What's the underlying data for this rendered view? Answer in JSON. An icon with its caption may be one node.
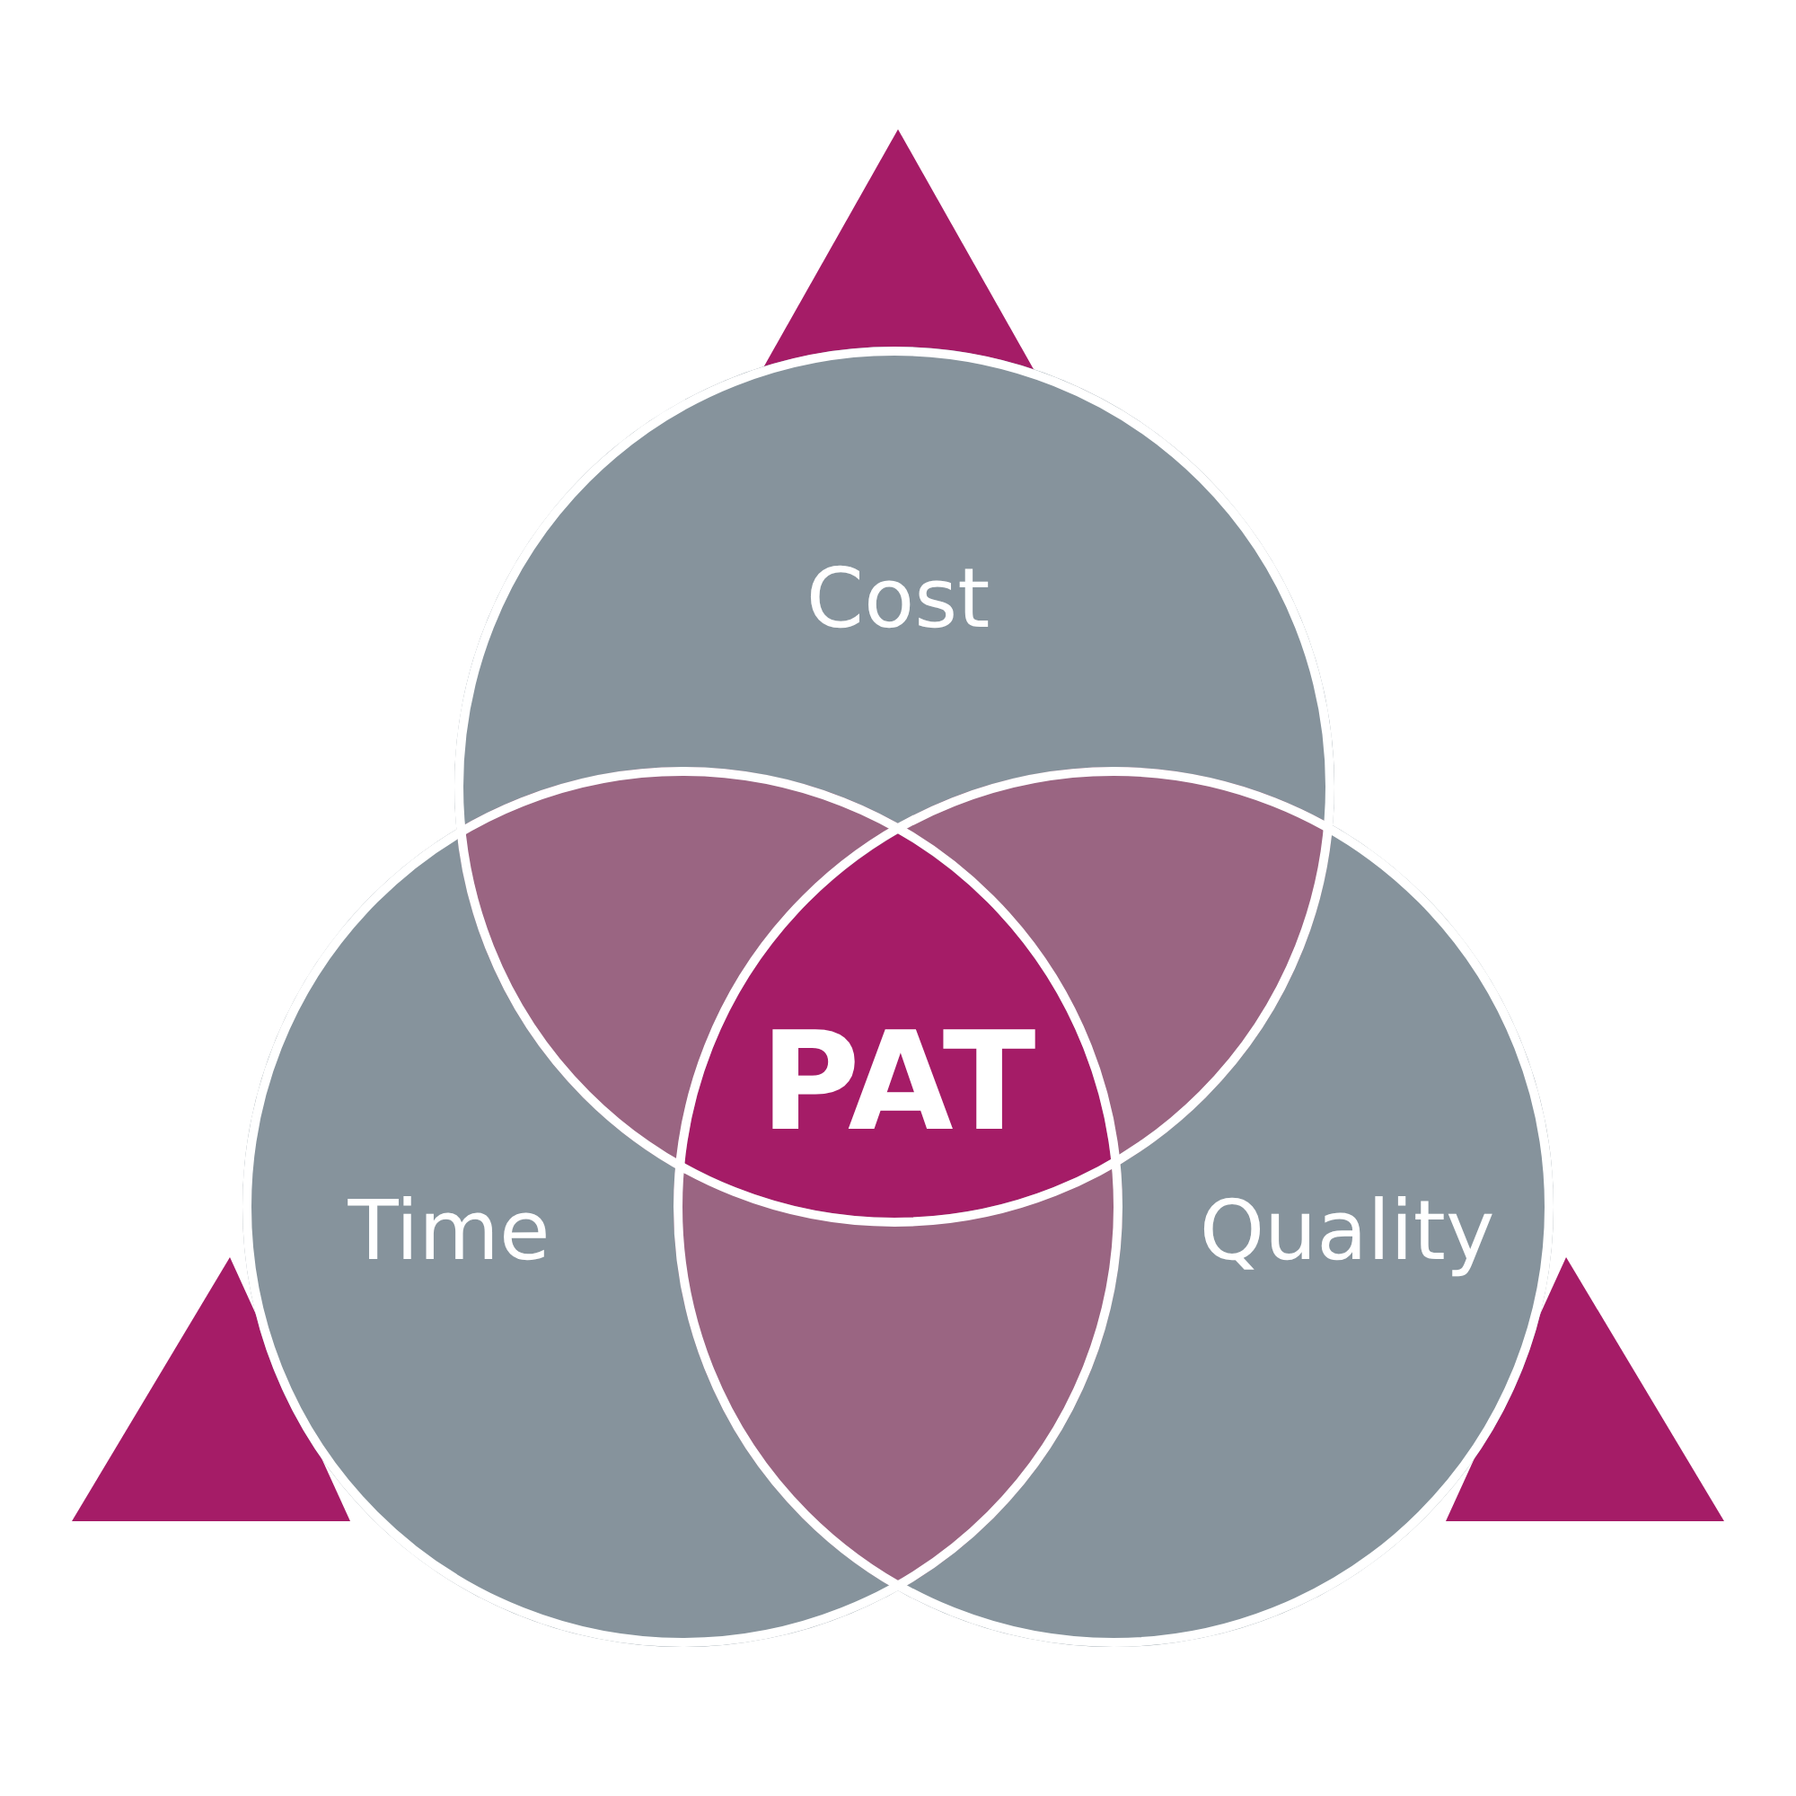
{
  "diagram": {
    "nodes": [
      {
        "text": [
          "Cost"
        ]
      },
      {
        "text": [
          "Time"
        ]
      },
      {
        "text": [
          "Quality"
        ]
      },
      {
        "text": [
          "PAT"
        ]
      }
    ]
  }
}
